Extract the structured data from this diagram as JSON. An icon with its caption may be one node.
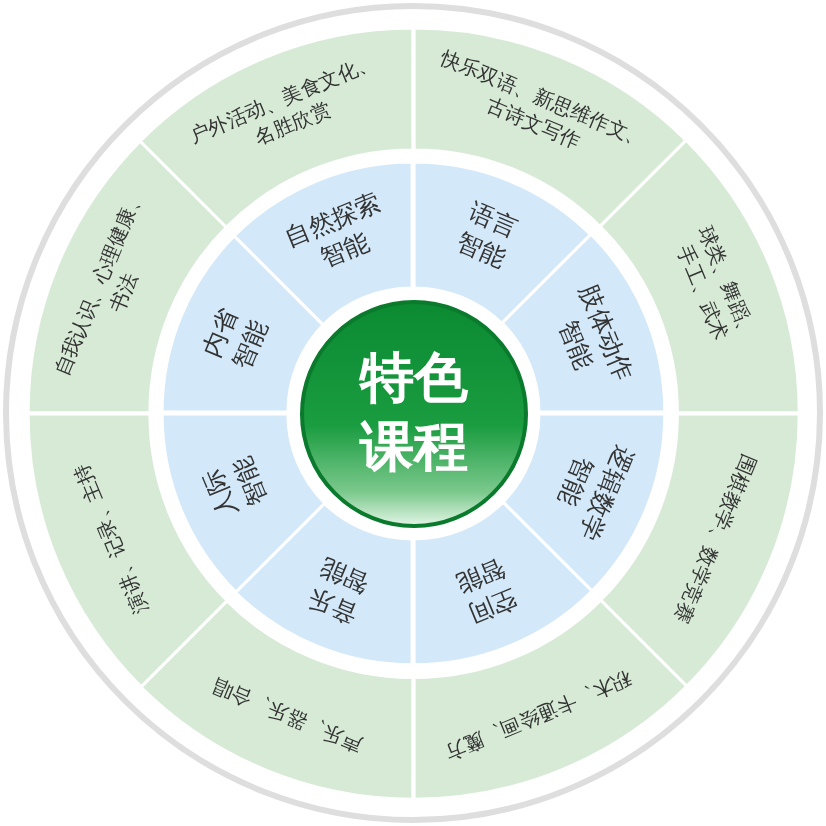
{
  "diagram": {
    "nodes": [
      {
        "text": [
          "特色课程"
        ]
      },
      {
        "text": [
          "语言智能"
        ]
      },
      {
        "text": [
          "肢体动作智能"
        ]
      },
      {
        "text": [
          "逻辑数学智能"
        ]
      },
      {
        "text": [
          "空间智能"
        ]
      },
      {
        "text": [
          "音乐智能"
        ]
      },
      {
        "text": [
          "人际智能"
        ]
      },
      {
        "text": [
          "内省智能"
        ]
      },
      {
        "text": [
          "自然探索智能"
        ]
      },
      {
        "text": [
          "快乐双语、新思维作文、古诗文写作"
        ]
      },
      {
        "text": [
          "球类、舞蹈、手工、武术"
        ]
      },
      {
        "text": [
          "围棋教学、数学竞赛"
        ]
      },
      {
        "text": [
          "积木、卡通绘画、魔方"
        ]
      },
      {
        "text": [
          "声乐、器乐、合唱"
        ]
      },
      {
        "text": [
          "演讲、记录、主持"
        ]
      },
      {
        "text": [
          "自我认识、心理健康、书法"
        ]
      },
      {
        "text": [
          "户外活动、美食文化、名胜欣赏"
        ]
      }
    ]
  }
}
